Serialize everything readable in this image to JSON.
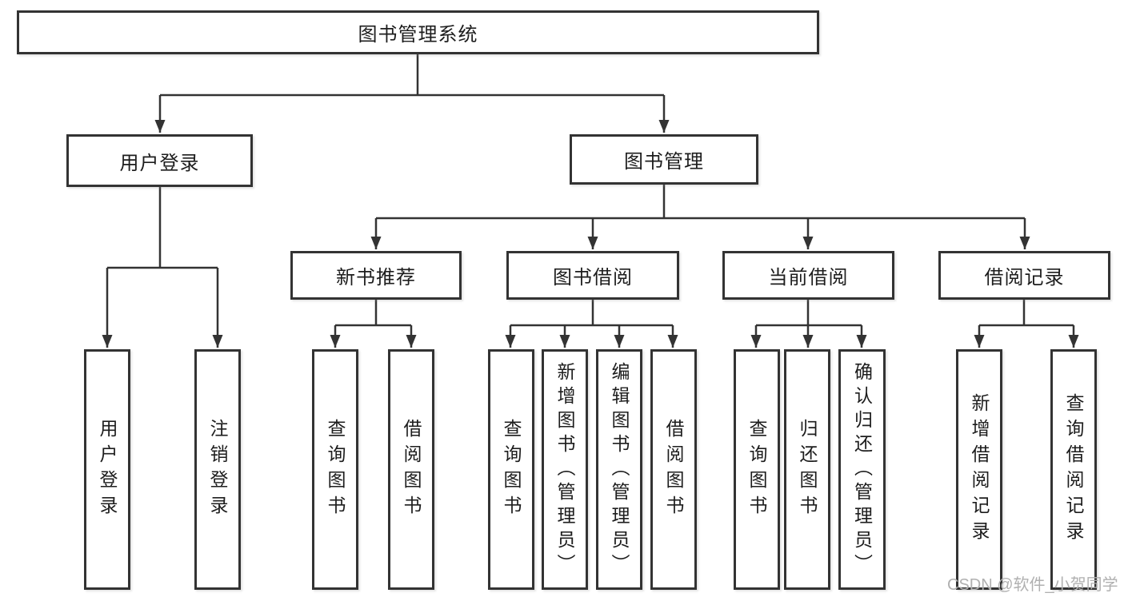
{
  "root": {
    "label": "图书管理系统"
  },
  "level2": {
    "user_login": "用户登录",
    "book_mgmt": "图书管理"
  },
  "level3": {
    "new_book": "新书推荐",
    "borrow": "图书借阅",
    "current": "当前借阅",
    "records": "借阅记录"
  },
  "leaves": {
    "user_login": [
      "用户登录",
      "注销登录"
    ],
    "new_book": [
      "查询图书",
      "借阅图书"
    ],
    "borrow": [
      "查询图书",
      "新增图书（管理员）",
      "编辑图书（管理员）",
      "借阅图书"
    ],
    "current": [
      "查询图书",
      "归还图书",
      "确认归还（管理员）"
    ],
    "records": [
      "新增借阅记录",
      "查询借阅记录"
    ]
  },
  "watermark": {
    "text": "CSDN @软件_小贺同学"
  },
  "colors": {
    "line": "#333333",
    "text": "#1d1d1d",
    "watermark": "#b0b0b0",
    "background": "#ffffff"
  }
}
